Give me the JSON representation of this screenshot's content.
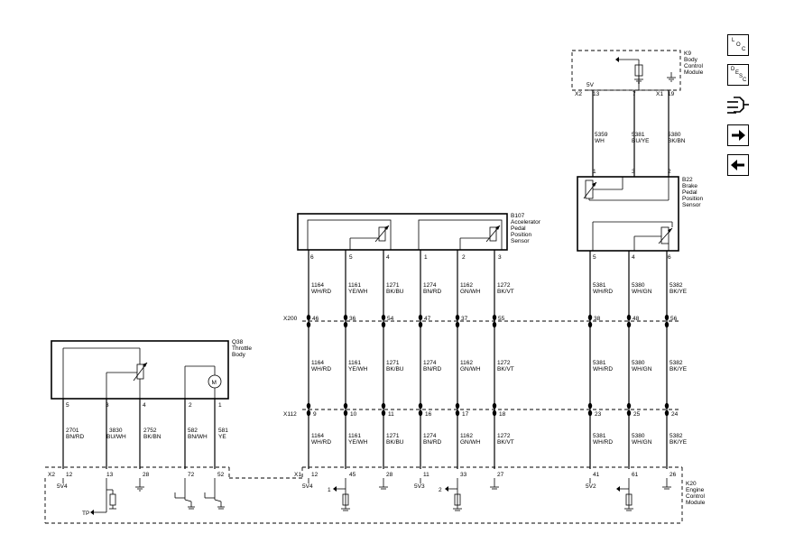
{
  "modules": {
    "k9": {
      "ref": "K9",
      "line1": "Body",
      "line2": "Control",
      "line3": "Module"
    },
    "b22": {
      "ref": "B22",
      "line1": "Brake",
      "line2": "Pedal",
      "line3": "Position",
      "line4": "Sensor"
    },
    "b107": {
      "ref": "B107",
      "line1": "Accelerator",
      "line2": "Pedal",
      "line3": "Position",
      "line4": "Sensor"
    },
    "q38": {
      "ref": "Q38",
      "line1": "Throttle",
      "line2": "Body"
    },
    "k20": {
      "ref": "K20",
      "line1": "Engine",
      "line2": "Control",
      "line3": "Module"
    }
  },
  "connectors": {
    "x2_top": "X2",
    "x1_top": "X1",
    "x200": "X200",
    "x112": "X112",
    "x2_bottom": "X2",
    "x1_bottom": "X1"
  },
  "k9_pins": [
    "13",
    "7",
    "19"
  ],
  "k9_supply": "5V",
  "b22_pins_top": [
    "1",
    "3",
    "2"
  ],
  "b22_pins_bottom": [
    "5",
    "4",
    "6"
  ],
  "b107_pins": [
    "6",
    "5",
    "4",
    "1",
    "2",
    "3"
  ],
  "q38_pins": [
    "5",
    "3",
    "4",
    "2",
    "1"
  ],
  "brake_upper_wires": [
    {
      "circuit": "5359",
      "color": "WH"
    },
    {
      "circuit": "5381",
      "color": "BU/YE"
    },
    {
      "circuit": "5380",
      "color": "BK/BN"
    }
  ],
  "brake_lower_wires": [
    {
      "circuit": "5381",
      "color": "WH/RD"
    },
    {
      "circuit": "5380",
      "color": "WH/GN"
    },
    {
      "circuit": "5382",
      "color": "BK/YE"
    }
  ],
  "accel_wires": [
    {
      "circuit": "1164",
      "color": "WH/RD"
    },
    {
      "circuit": "1161",
      "color": "YE/WH"
    },
    {
      "circuit": "1271",
      "color": "BK/BU"
    },
    {
      "circuit": "1274",
      "color": "BN/RD"
    },
    {
      "circuit": "1162",
      "color": "GN/WH"
    },
    {
      "circuit": "1272",
      "color": "BK/VT"
    }
  ],
  "throttle_wires": [
    {
      "circuit": "2701",
      "color": "BN/RD"
    },
    {
      "circuit": "3830",
      "color": "BU/WH"
    },
    {
      "circuit": "2752",
      "color": "BK/BN"
    },
    {
      "circuit": "582",
      "color": "BN/WH"
    },
    {
      "circuit": "581",
      "color": "YE"
    }
  ],
  "x200_pins": [
    "46",
    "36",
    "54",
    "47",
    "37",
    "55",
    "38",
    "48",
    "56"
  ],
  "x112_pins": [
    "9",
    "10",
    "11",
    "16",
    "17",
    "18",
    "23",
    "25",
    "24"
  ],
  "k20_pins_x2": [
    "12",
    "13",
    "28",
    "72",
    "52"
  ],
  "k20_pins_x1": [
    "12",
    "45",
    "28",
    "11",
    "33",
    "27",
    "41",
    "61",
    "26"
  ],
  "supply_labels": [
    "5V4",
    "5V4",
    "5V3",
    "5V2"
  ],
  "ref_numbers": [
    "1",
    "2"
  ],
  "tp_label": "TP",
  "motor_label": "M",
  "nav": {
    "loc_l": "L",
    "loc_o": "O",
    "loc_c": "C",
    "desc_d": "D",
    "desc_e": "E",
    "desc_s": "S",
    "desc_c": "C"
  },
  "colors": {
    "line": "#000000",
    "background": "#ffffff"
  }
}
